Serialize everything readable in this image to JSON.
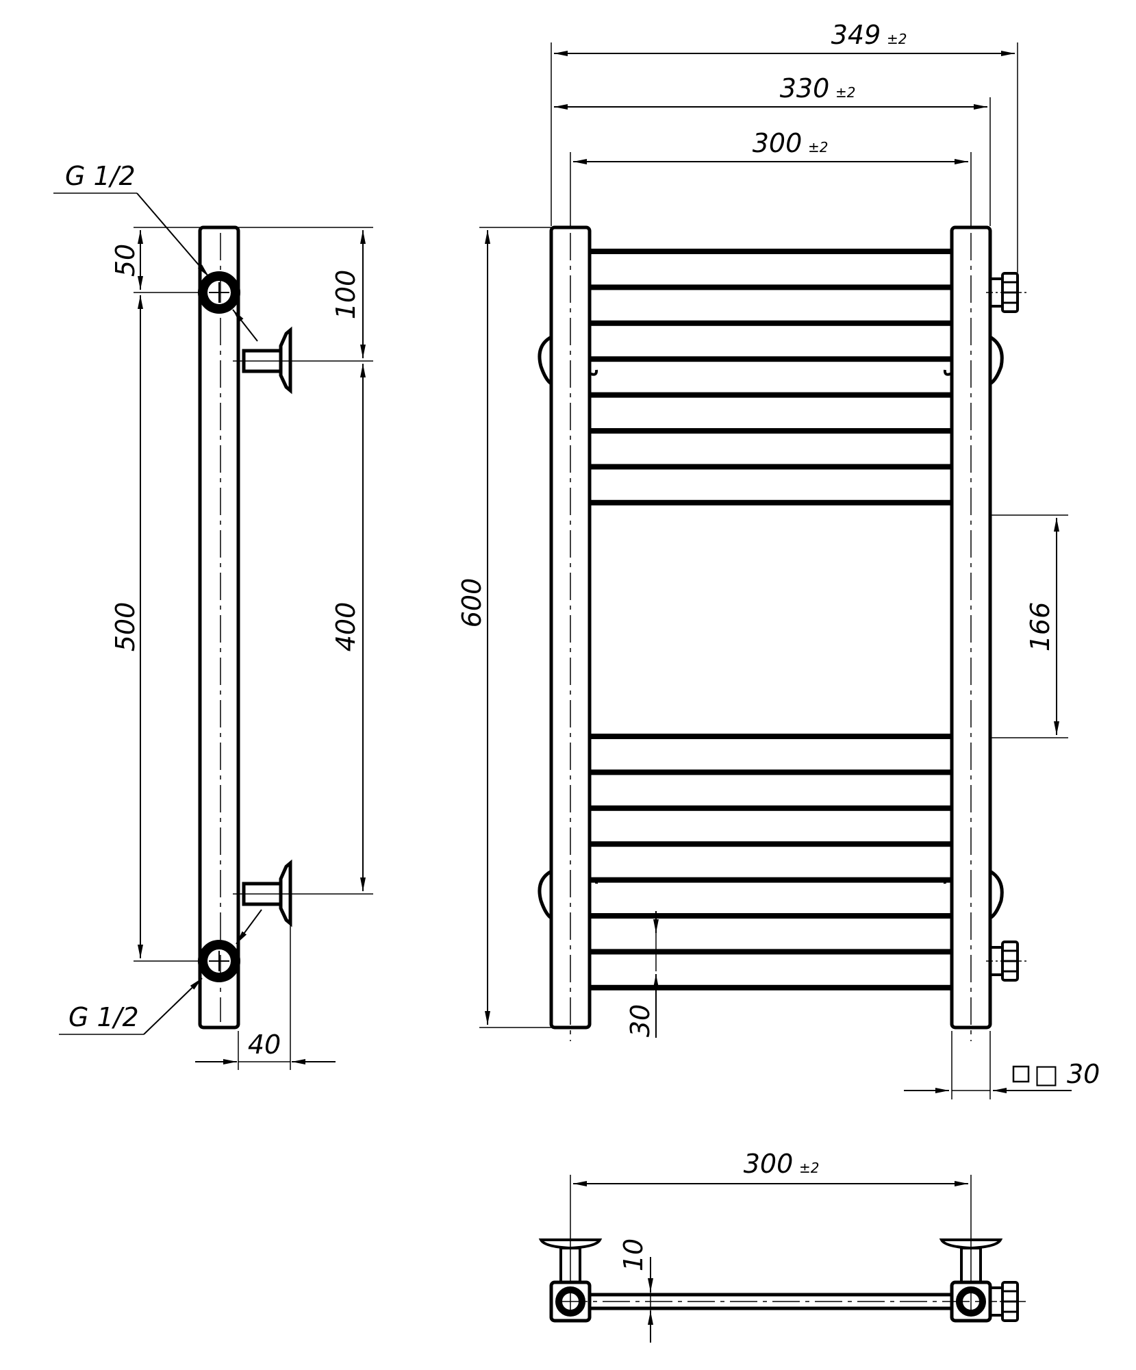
{
  "side_view": {
    "thread_top": "G 1/2",
    "thread_bottom": "G 1/2",
    "dim_50": "50",
    "dim_500": "500",
    "dim_100": "100",
    "dim_400": "400",
    "dim_40": "40"
  },
  "front_view": {
    "width_349": "349",
    "width_330": "330",
    "width_300": "300",
    "tolerance": "±2",
    "height_600": "600",
    "gap_166": "166",
    "pitch_30": "30",
    "profile_label": "□ 30",
    "bar_count": 16
  },
  "top_view": {
    "width_300": "300",
    "tolerance": "±2",
    "dim_10": "10"
  },
  "colors": {
    "line": "#000000",
    "background": "#ffffff"
  }
}
